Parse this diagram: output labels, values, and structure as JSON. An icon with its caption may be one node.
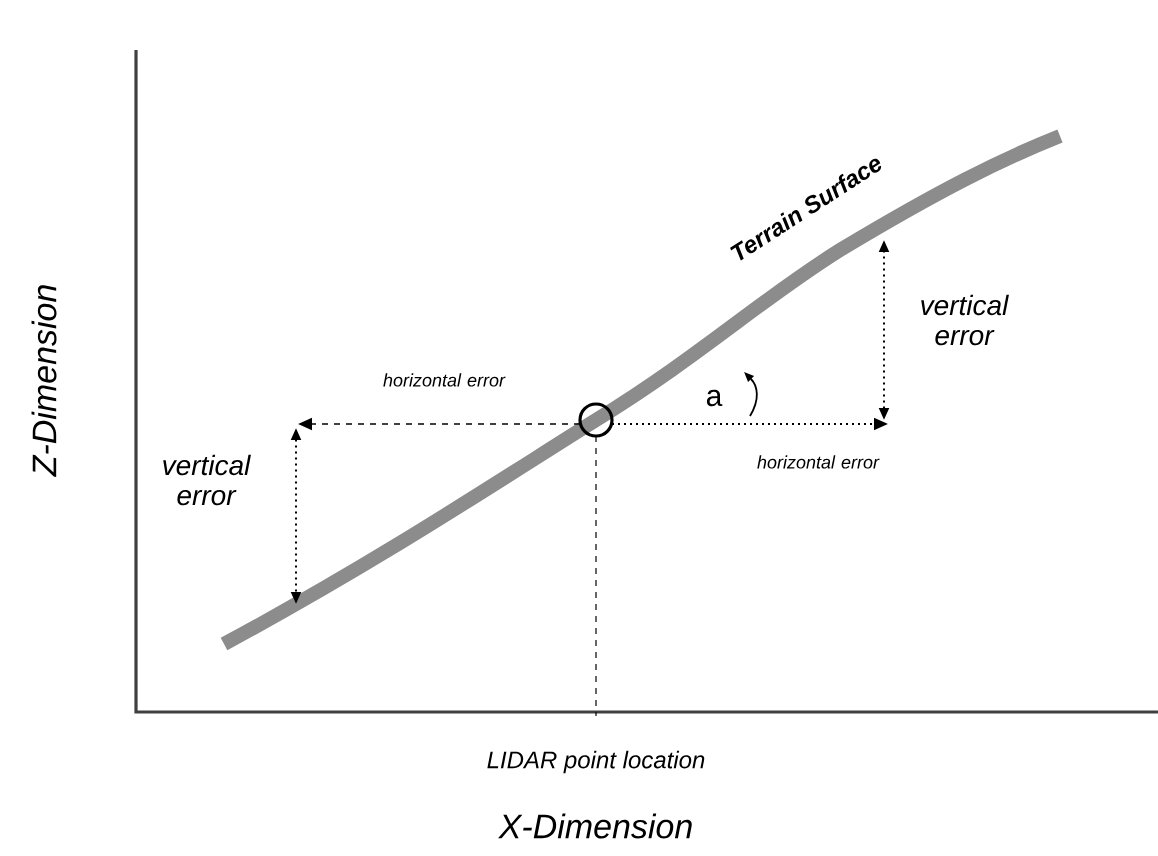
{
  "diagram": {
    "labels": [
      "Z-Dimension",
      "Terrain Surface",
      "vertical error",
      "horizontal error",
      "a",
      "vertical error",
      "horizontal error",
      "LIDAR point location",
      "X-Dimension"
    ]
  }
}
